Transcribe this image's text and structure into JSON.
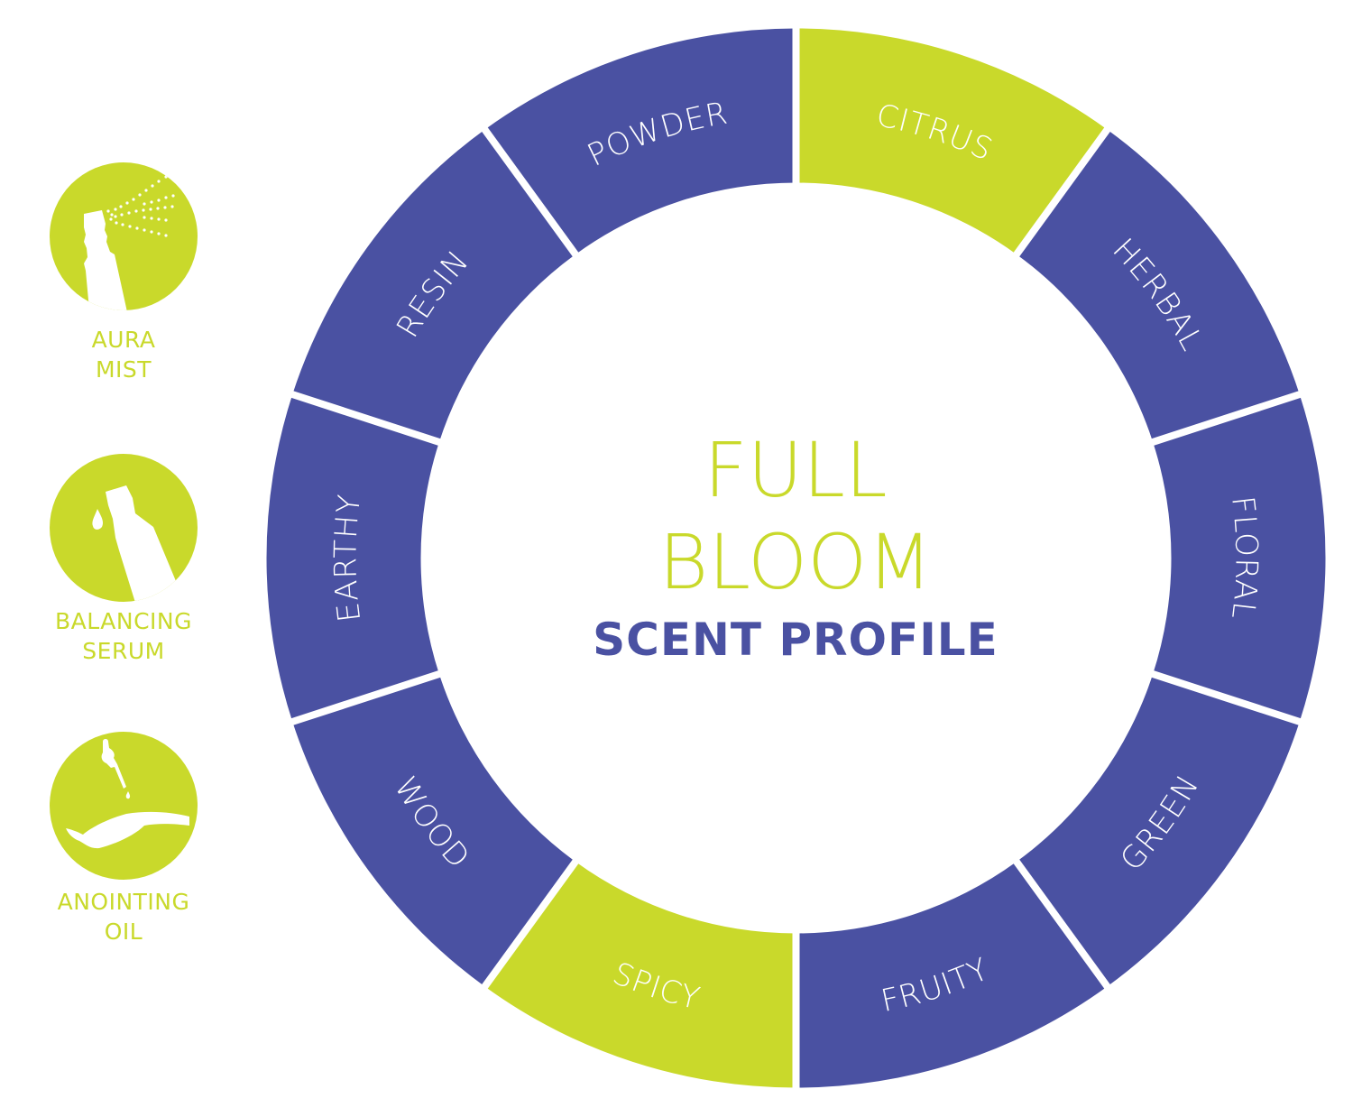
{
  "colors": {
    "primary": "#4a51a2",
    "accent": "#c9d92b",
    "background": "#ffffff",
    "label_text": "#ffffff"
  },
  "center": {
    "title_line1": "FULL",
    "title_line2": "BLOOM",
    "subtitle": "SCENT PROFILE"
  },
  "wheel": {
    "segments": [
      {
        "label": "CITRUS",
        "highlighted": true
      },
      {
        "label": "HERBAL",
        "highlighted": false
      },
      {
        "label": "FLORAL",
        "highlighted": false
      },
      {
        "label": "GREEN",
        "highlighted": false
      },
      {
        "label": "FRUITY",
        "highlighted": false
      },
      {
        "label": "SPICY",
        "highlighted": true
      },
      {
        "label": "WOOD",
        "highlighted": false
      },
      {
        "label": "EARTHY",
        "highlighted": false
      },
      {
        "label": "RESIN",
        "highlighted": false
      },
      {
        "label": "POWDER",
        "highlighted": false
      }
    ]
  },
  "products": [
    {
      "icon": "spray-bottle-icon",
      "line1": "AURA",
      "line2": "MIST"
    },
    {
      "icon": "serum-dropper-bottle-icon",
      "line1": "BALANCING",
      "line2": "SERUM"
    },
    {
      "icon": "dropper-hand-icon",
      "line1": "ANOINTING",
      "line2": "OIL"
    }
  ]
}
